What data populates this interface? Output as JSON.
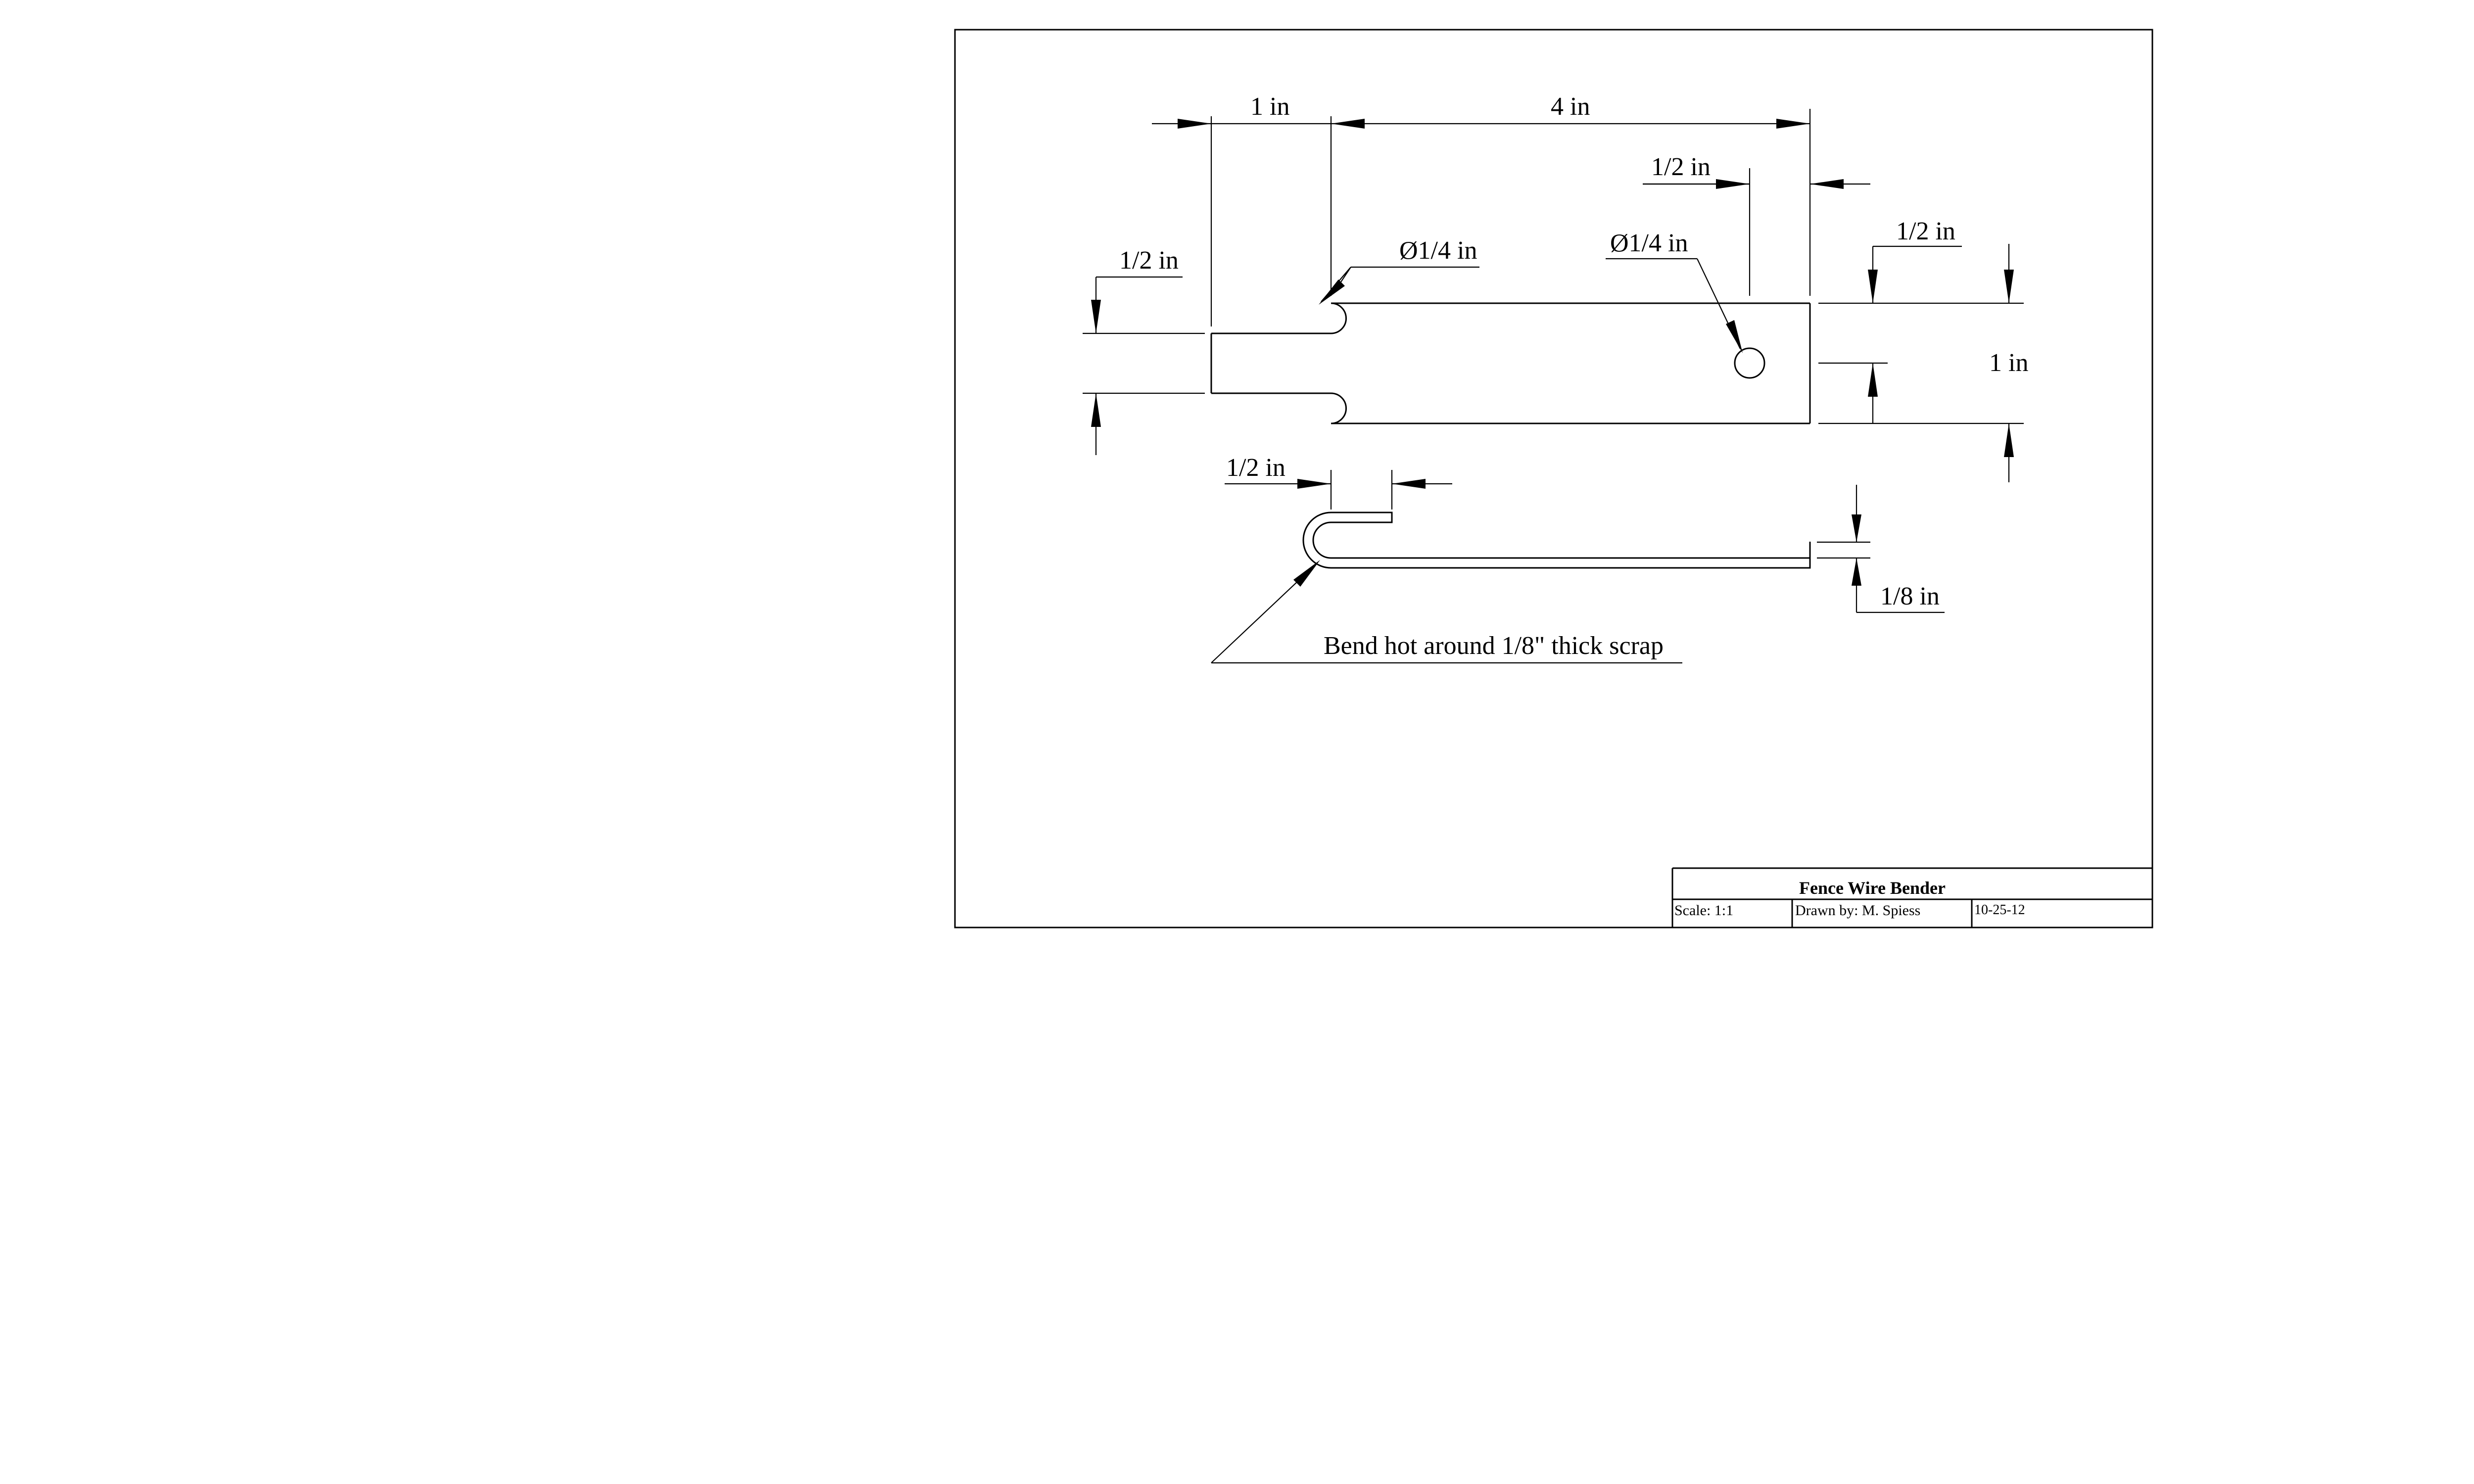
{
  "dimensions": {
    "top_one_in": "1 in",
    "top_four_in": "4 in",
    "right_half_in_top": "1/2 in",
    "hole_dia_left": "Ø1/4 in",
    "hole_dia_right": "Ø1/4 in",
    "left_half_in": "1/2 in",
    "right_half_in": "1/2 in",
    "right_one_in": "1 in",
    "bend_half_in": "1/2 in",
    "thickness": "1/8 in"
  },
  "note": "Bend hot around 1/8\" thick scrap",
  "title_block": {
    "title": "Fence Wire Bender",
    "scale": "Scale: 1:1",
    "drawn_by": "Drawn by: M. Spiess",
    "date": "10-25-12"
  }
}
